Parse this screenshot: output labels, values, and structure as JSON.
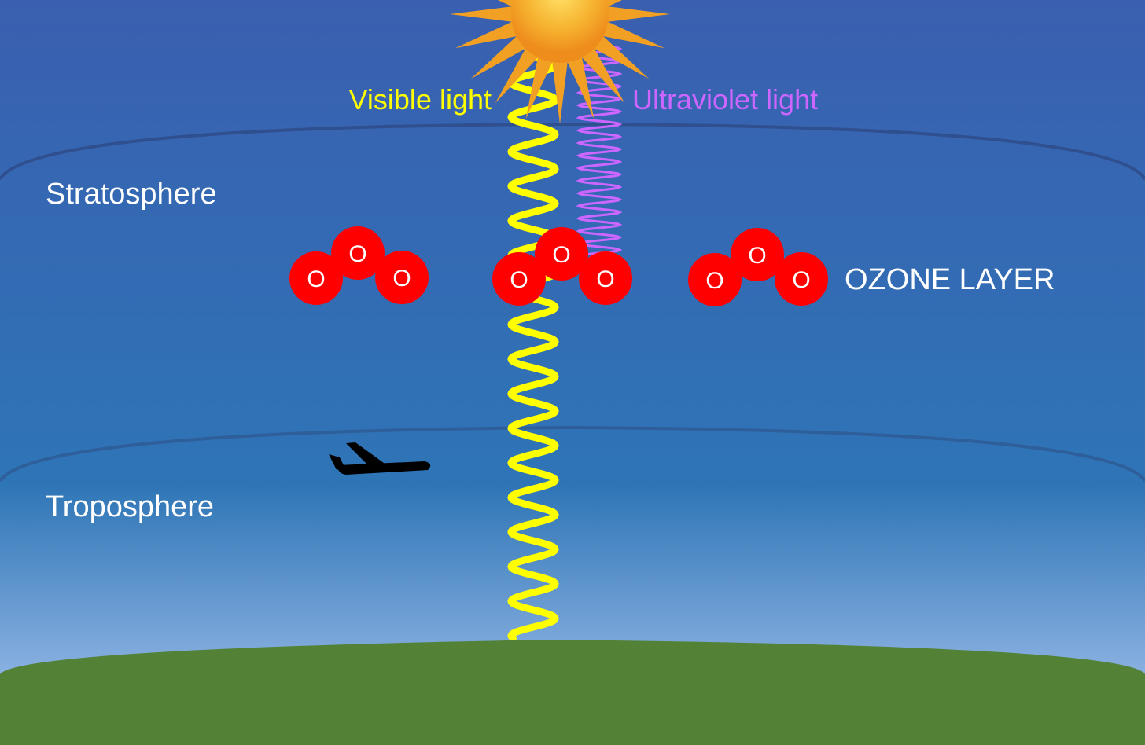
{
  "labels": {
    "visible_light": "Visible light",
    "ultraviolet_light": "Ultraviolet light",
    "stratosphere": "Stratosphere",
    "troposphere": "Troposphere",
    "ozone_layer": "OZONE LAYER"
  },
  "ozone_molecules": [
    {
      "atoms": [
        "O",
        "O",
        "O"
      ]
    },
    {
      "atoms": [
        "O",
        "O",
        "O"
      ]
    },
    {
      "atoms": [
        "O",
        "O",
        "O"
      ]
    }
  ],
  "colors": {
    "sky_top": "#3a5fb0",
    "sky_mid": "#2e75b6",
    "sky_bottom": "#8fb4e3",
    "ground": "#538135",
    "visible_light": "#ffff00",
    "ultraviolet_light": "#cc66ff",
    "ozone_atom": "#ff0000",
    "sun_outer": "#f4a020",
    "sun_inner": "#ffd54a",
    "layer_line": "#2f4f8f",
    "text_white": "#ffffff"
  },
  "icons": {
    "sun": "sun-icon",
    "airplane": "airplane-icon"
  }
}
